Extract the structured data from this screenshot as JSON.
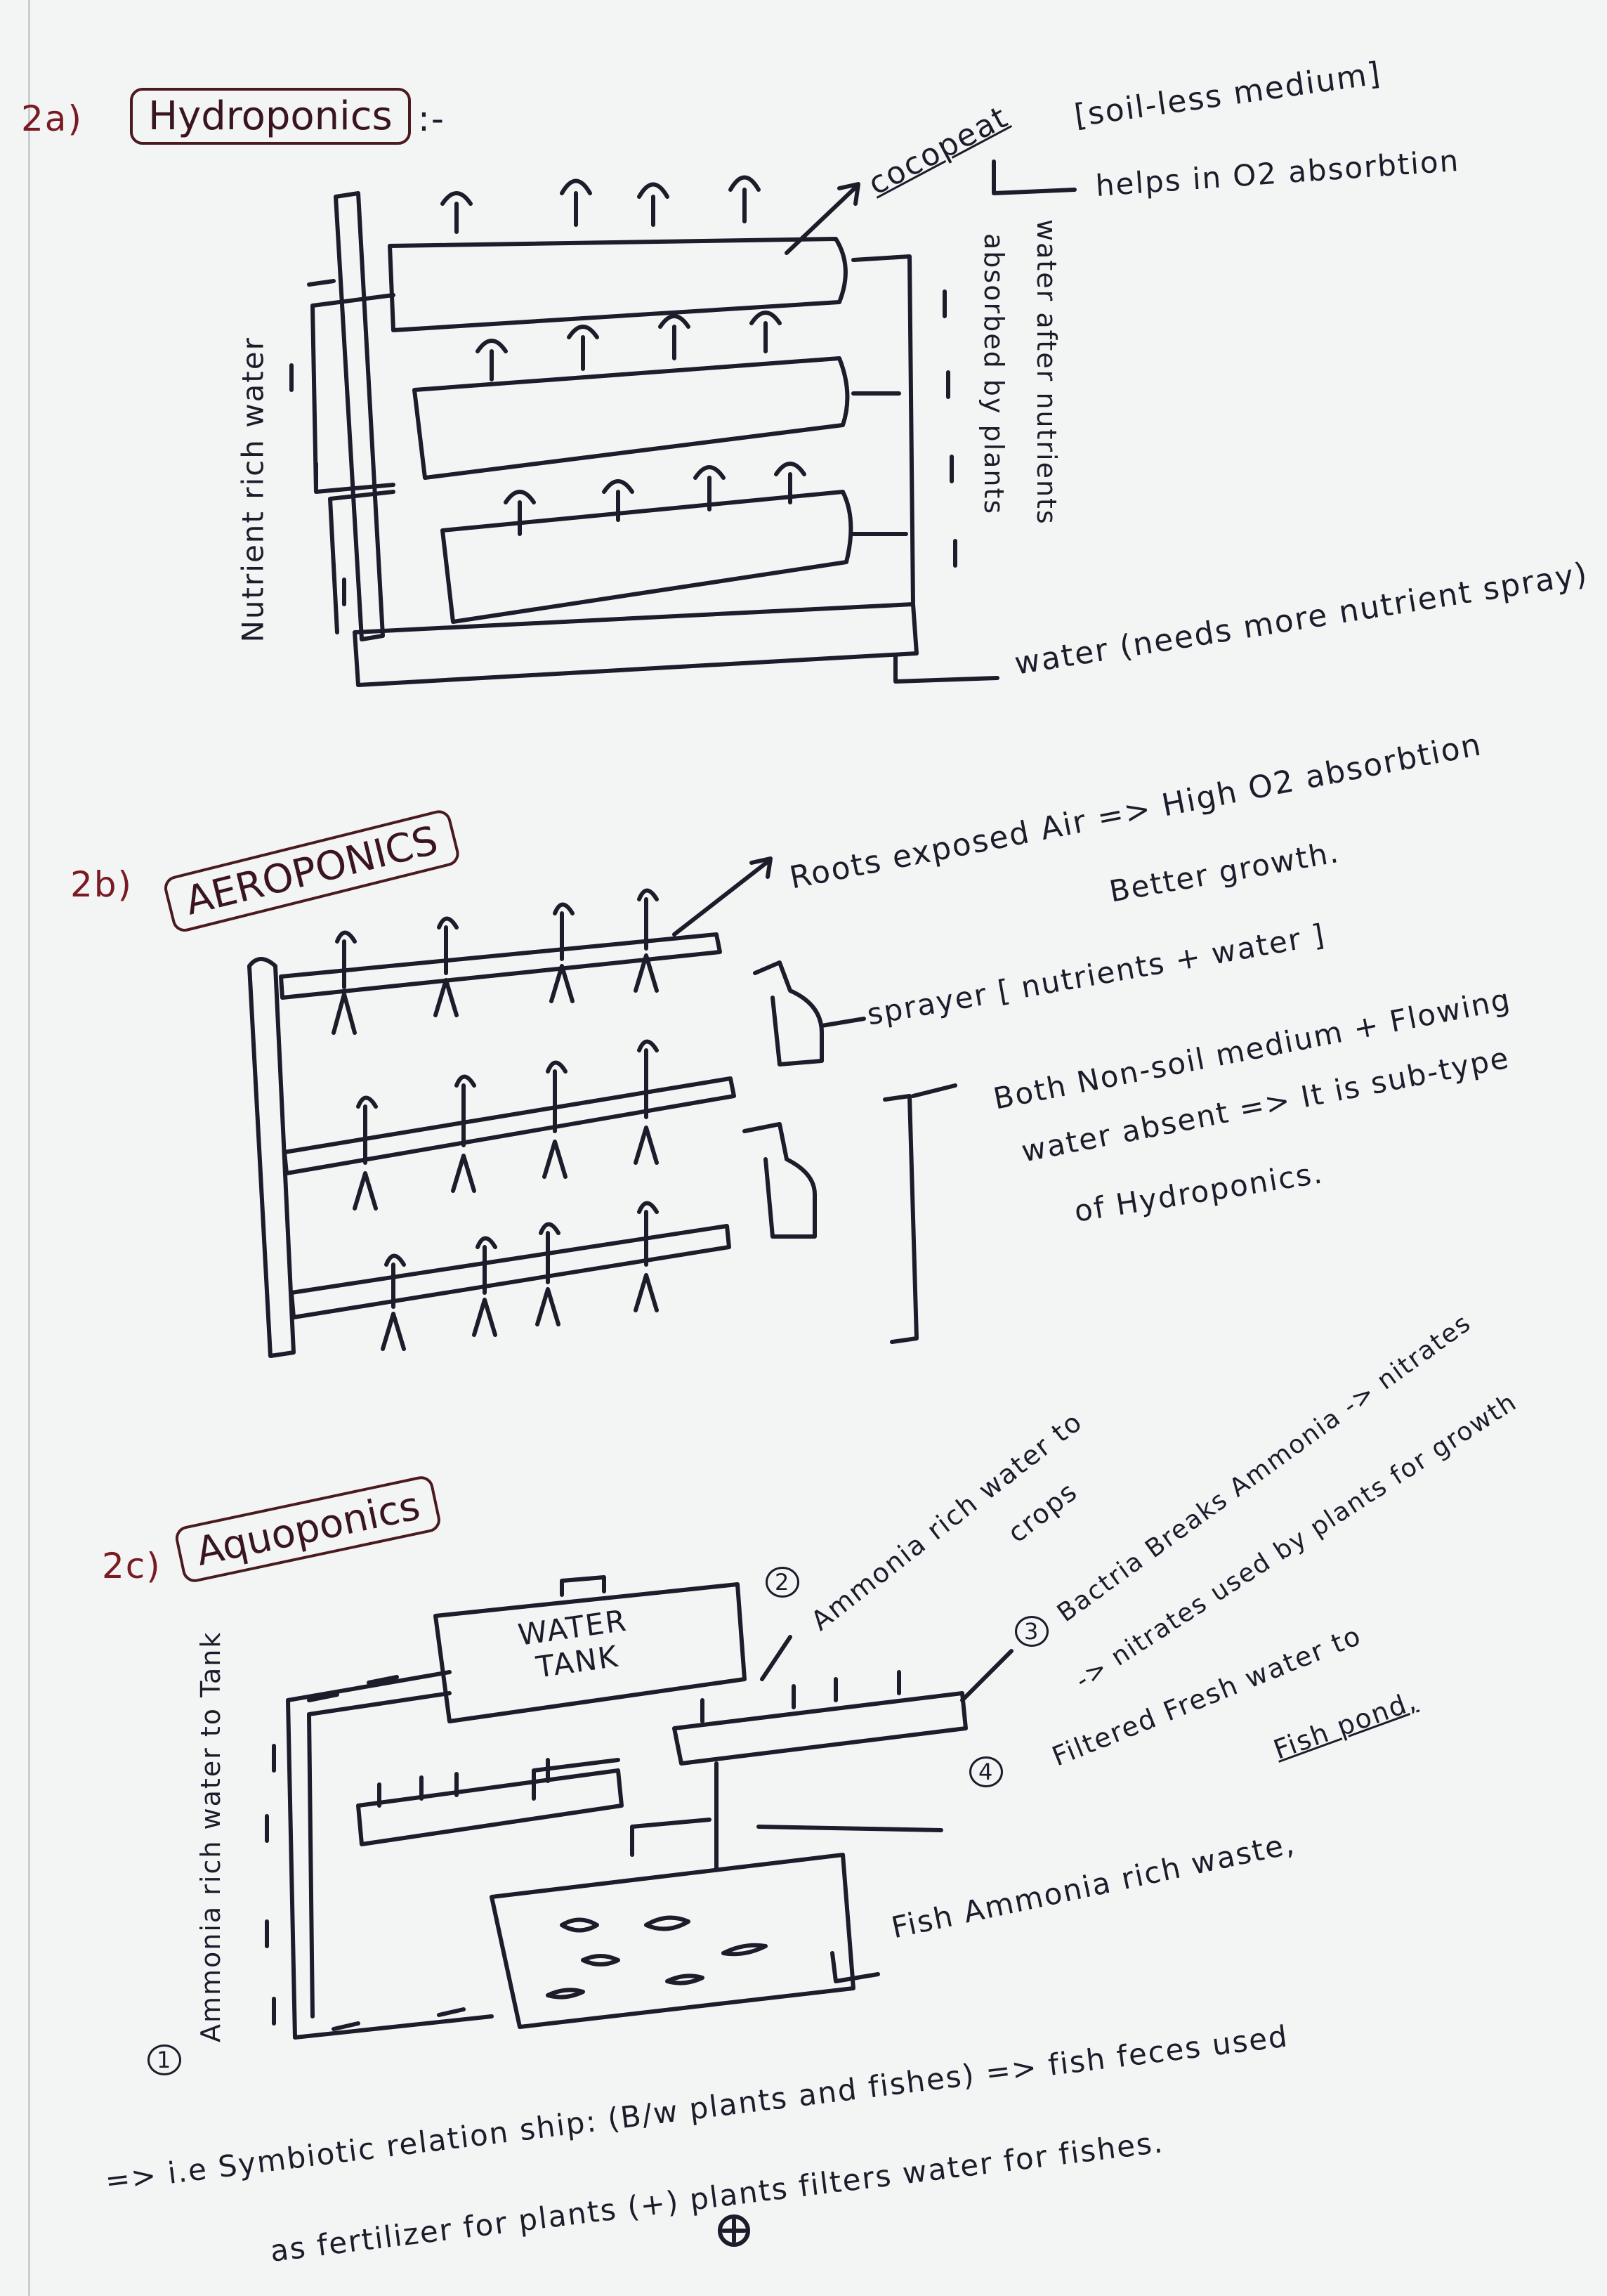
{
  "hydroponics": {
    "number": "2a)",
    "title": "Hydroponics",
    "title_suffix": ":-",
    "cocopeat": "cocopeat",
    "cocopeat_note": "[soil-less medium]",
    "cocopeat_helps": "helps in O2 absorbtion",
    "left_label": "Nutrient rich water",
    "right_label_1": "water after nutrients",
    "right_label_2": "absorbed by plants",
    "bottom_label": "water (needs more nutrient spray)"
  },
  "aeroponics": {
    "number": "2b)",
    "title": "AEROPONICS",
    "roots": "Roots exposed Air => High O2 absorbtion",
    "better": "Better growth.",
    "sprayer": "sprayer [ nutrients + water ]",
    "both_1": "Both  Non-soil medium + Flowing",
    "both_2": "water absent => It is sub-type",
    "both_3": "of  Hydroponics."
  },
  "aquaponics": {
    "number": "2c)",
    "title": "Aquoponics",
    "tank": "WATER TANK",
    "step1_num": "1",
    "step1": "Ammonia rich water to Tank",
    "step2_num": "2",
    "step2_a": "Ammonia rich water to",
    "step2_b": "crops",
    "step3_num": "3",
    "step3_a": "Bactria Breaks Ammonia -> nitrates",
    "step3_b": "-> nitrates used by plants for growth",
    "step4_num": "4",
    "step4_a": "Filtered Fresh water to",
    "step4_b": "Fish pond,",
    "fish": "Fish Ammonia rich waste,",
    "summary_1": "=> i.e  Symbiotic relation ship: (B/w plants and fishes) => fish feces used",
    "summary_2": "as fertilizer  for plants (+) plants filters water  for fishes."
  }
}
